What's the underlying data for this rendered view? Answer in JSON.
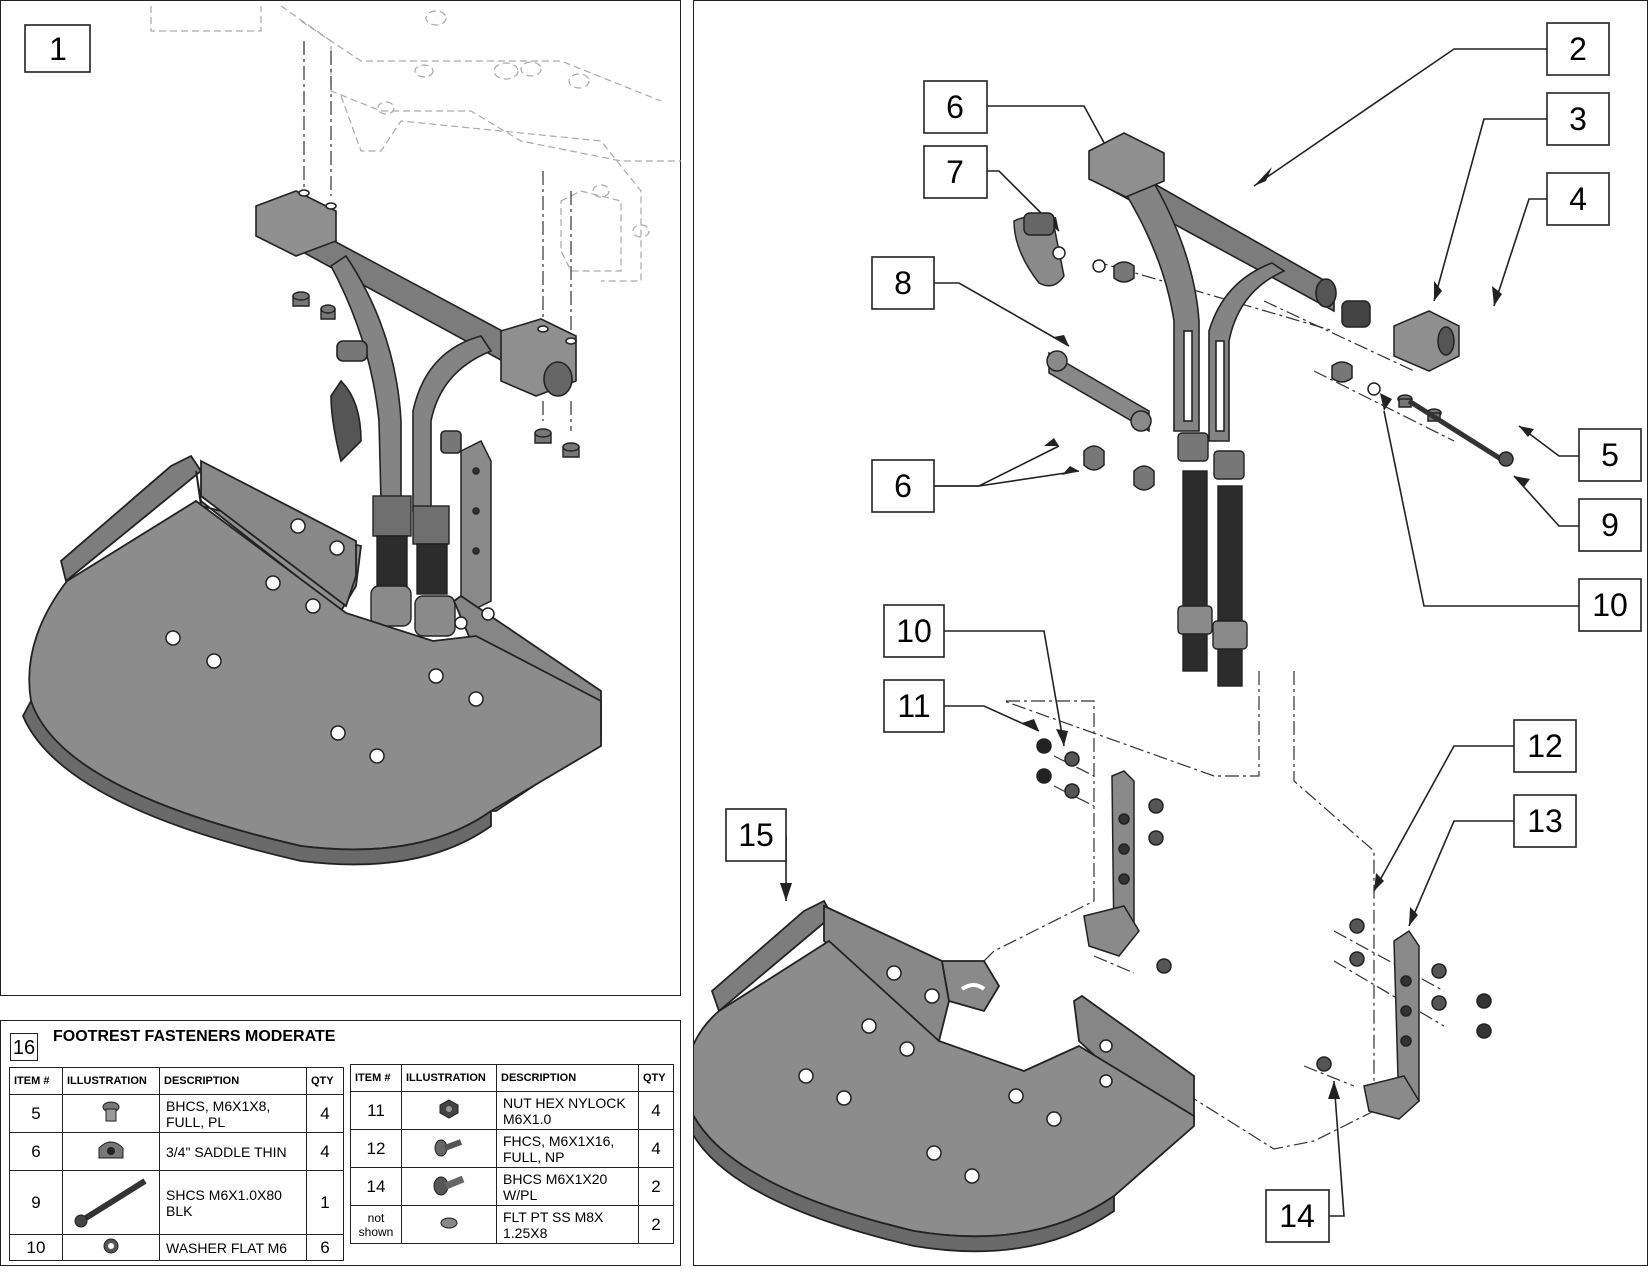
{
  "callouts": {
    "c1": "1",
    "c2": "2",
    "c3": "3",
    "c4": "4",
    "c5": "5",
    "c6a": "6",
    "c6b": "6",
    "c7": "7",
    "c8": "8",
    "c9": "9",
    "c10a": "10",
    "c10b": "10",
    "c11": "11",
    "c12": "12",
    "c13": "13",
    "c14": "14",
    "c15": "15"
  },
  "parts_table": {
    "number": "16",
    "title": "FOOTREST FASTENERS MODERATE",
    "headers": [
      "ITEM #",
      "ILLUSTRATION",
      "DESCRIPTION",
      "QTY"
    ],
    "left_rows": [
      {
        "item": "5",
        "icon": "bhcs-screw-icon",
        "description": "BHCS, M6X1X8, FULL, PL",
        "qty": "4"
      },
      {
        "item": "6",
        "icon": "saddle-icon",
        "description": "3/4\" SADDLE THIN",
        "qty": "4"
      },
      {
        "item": "9",
        "icon": "long-bolt-icon",
        "description": "SHCS M6X1.0X80 BLK",
        "qty": "1"
      },
      {
        "item": "10",
        "icon": "flat-washer-icon",
        "description": "WASHER FLAT M6",
        "qty": "6"
      }
    ],
    "right_rows": [
      {
        "item": "11",
        "icon": "hex-nut-icon",
        "description": "NUT HEX NYLOCK M6X1.0",
        "qty": "4"
      },
      {
        "item": "12",
        "icon": "fhcs-screw-icon",
        "description": "FHCS, M6X1X16, FULL, NP",
        "qty": "4"
      },
      {
        "item": "14",
        "icon": "bhcs-long-screw-icon",
        "description": "BHCS M6X1X20 W/PL",
        "qty": "2"
      },
      {
        "item": "not shown",
        "icon": "set-screw-icon",
        "description": "FLT PT SS M8X 1.25X8",
        "qty": "2"
      }
    ]
  }
}
